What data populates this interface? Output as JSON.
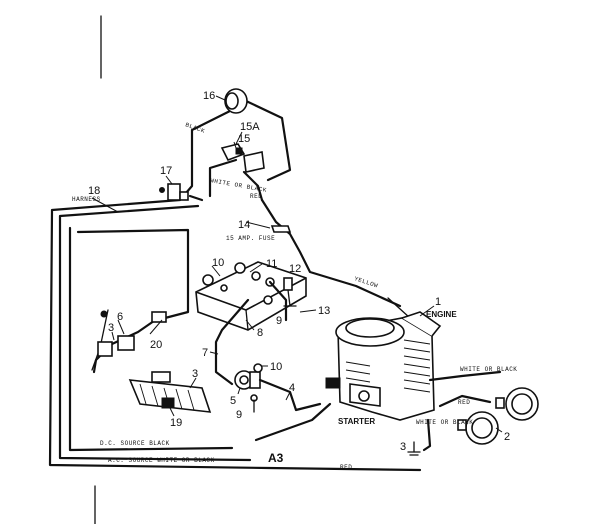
{
  "part_numbers": {
    "p1": "1",
    "p2": "2",
    "p3a": "3",
    "p3b": "3",
    "p3c": "3",
    "p4": "4",
    "p5": "5",
    "p6": "6",
    "p7": "7",
    "p8": "8",
    "p9a": "9",
    "p9b": "9",
    "p10a": "10",
    "p10b": "10",
    "p11": "11",
    "p12": "12",
    "p13": "13",
    "p14": "14",
    "p15": "15",
    "p15a": "15A",
    "p16": "16",
    "p17": "17",
    "p18": "18",
    "p19": "19",
    "p20": "20"
  },
  "labels": {
    "engine": "ENGINE",
    "starter": "STARTER",
    "black": "BLACK",
    "white_or_black_top": "WHITE OR BLACK",
    "red_top": "RED",
    "fuse": "15 AMP. FUSE",
    "yellow": "YELLOW",
    "harness": "HARNESS",
    "white_or_black_right": "WHITE OR BLACK",
    "red_right": "RED",
    "white_or_black_low": "WHITE OR BLACK",
    "dc_source": "D.C. SOURCE   BLACK",
    "ac_source": "A.C. SOURCE   WHITE OR BLACK",
    "red_bottom": "RED",
    "figure_code": "A3"
  }
}
